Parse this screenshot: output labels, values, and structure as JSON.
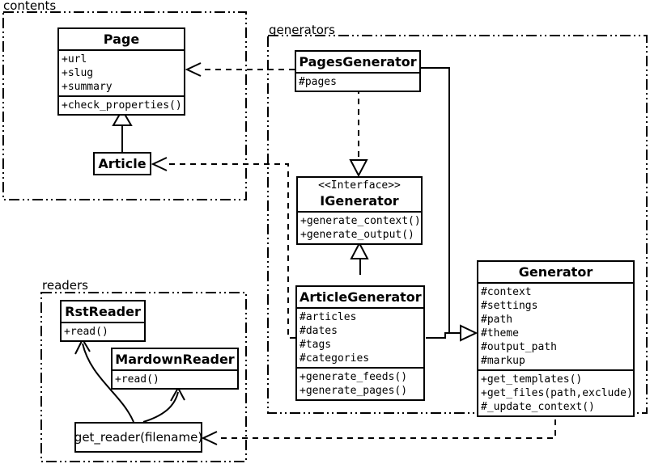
{
  "packages": {
    "contents": {
      "label": "contents"
    },
    "generators": {
      "label": "generators"
    },
    "readers": {
      "label": "readers"
    }
  },
  "classes": {
    "page": {
      "title": "Page",
      "attributes": [
        "+url",
        "+slug",
        "+summary"
      ],
      "methods": [
        "+check_properties()"
      ]
    },
    "article": {
      "title": "Article"
    },
    "pages_generator": {
      "title": "PagesGenerator",
      "attributes": [
        "#pages"
      ]
    },
    "igenerator": {
      "stereotype": "<<Interface>>",
      "title": "IGenerator",
      "methods": [
        "+generate_context()",
        "+generate_output()"
      ]
    },
    "article_generator": {
      "title": "ArticleGenerator",
      "attributes": [
        "#articles",
        "#dates",
        "#tags",
        "#categories"
      ],
      "methods": [
        "+generate_feeds()",
        "+generate_pages()"
      ]
    },
    "generator": {
      "title": "Generator",
      "attributes": [
        "#context",
        "#settings",
        "#path",
        "#theme",
        "#output_path",
        "#markup"
      ],
      "methods": [
        "+get_templates()",
        "+get_files(path,exclude)",
        "#_update_context()"
      ]
    },
    "rst_reader": {
      "title": "RstReader",
      "methods": [
        "+read()"
      ]
    },
    "mardown_reader": {
      "title": "MardownReader",
      "methods": [
        "+read()"
      ]
    },
    "get_reader": {
      "label": "get_reader(filename)"
    }
  },
  "relations": [
    {
      "from": "Article",
      "to": "Page",
      "type": "inheritance"
    },
    {
      "from": "PagesGenerator",
      "to": "IGenerator",
      "type": "realization"
    },
    {
      "from": "ArticleGenerator",
      "to": "IGenerator",
      "type": "realization"
    },
    {
      "from": "PagesGenerator",
      "to": "Generator",
      "type": "inheritance"
    },
    {
      "from": "ArticleGenerator",
      "to": "Generator",
      "type": "inheritance"
    },
    {
      "from": "PagesGenerator",
      "to": "Page",
      "type": "dependency"
    },
    {
      "from": "ArticleGenerator",
      "to": "Article",
      "type": "dependency"
    },
    {
      "from": "Generator",
      "to": "get_reader",
      "type": "dependency"
    },
    {
      "from": "get_reader",
      "to": "RstReader",
      "type": "arrow"
    },
    {
      "from": "get_reader",
      "to": "MardownReader",
      "type": "arrow"
    }
  ],
  "colors": {
    "line": "#000000",
    "background": "#ffffff",
    "box_fill": "#ffffff",
    "text": "#000000"
  }
}
